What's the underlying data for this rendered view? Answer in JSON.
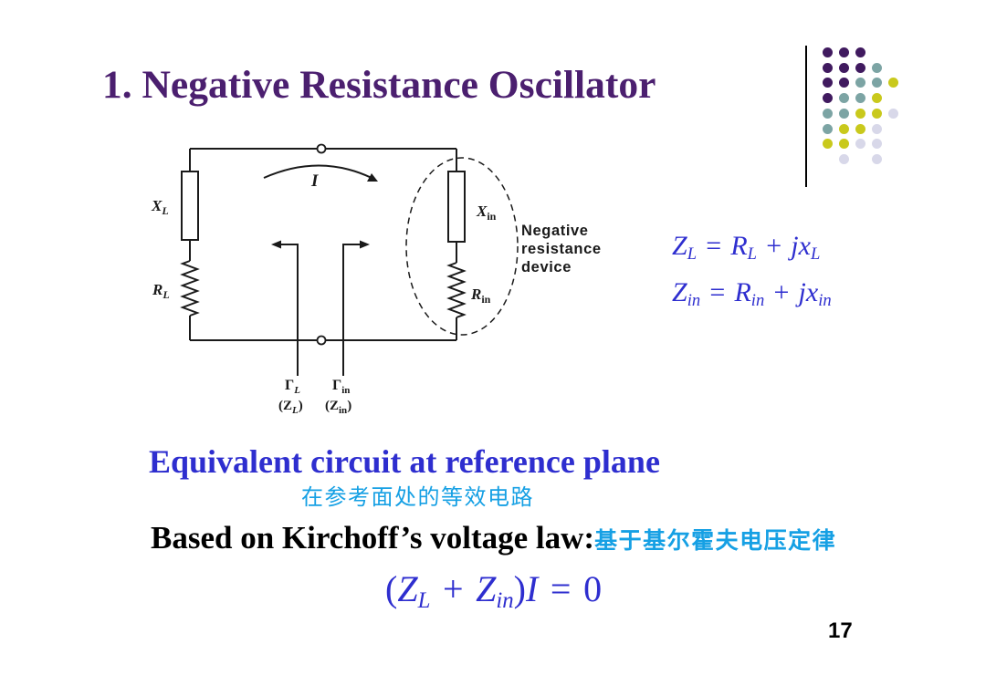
{
  "theme": {
    "title_color": "#4b1f6f",
    "accent_blue": "#2e2ecf",
    "accent_cyan": "#16a0e4",
    "text_color": "#000000",
    "dot_purple": "#401a5f",
    "dot_teal": "#7ca4a4",
    "dot_yellow": "#c9c91c",
    "dot_lavender": "#d8d8e9"
  },
  "slide": {
    "title": "1. Negative Resistance Oscillator",
    "page_number": "17"
  },
  "circuit": {
    "load_reactance": {
      "symbol": "X",
      "sub": "L"
    },
    "load_resistance": {
      "symbol": "R",
      "sub": "L"
    },
    "device_reactance": {
      "symbol": "X",
      "sub": "in"
    },
    "device_resistance": {
      "symbol": "R",
      "sub": "in"
    },
    "current": "I",
    "device_label": [
      "Negative",
      "resistance",
      "device"
    ],
    "load_reflection": {
      "symbol": "Γ",
      "sub": "L"
    },
    "input_reflection": {
      "symbol": "Γ",
      "sub": "in"
    },
    "load_impedance": {
      "open": "(Z",
      "sub": "L",
      "close": ")"
    },
    "input_impedance": {
      "open": "(Z",
      "sub": "in",
      "close": ")"
    }
  },
  "equations": {
    "load_impedance": {
      "lhs": "Z",
      "lhs_sub": "L",
      "equals": "=",
      "real": "R",
      "real_sub": "L",
      "plus": "+",
      "imag": "jx",
      "imag_sub": "L"
    },
    "input_impedance": {
      "lhs": "Z",
      "lhs_sub": "in",
      "equals": "=",
      "real": "R",
      "real_sub": "in",
      "plus": "+",
      "imag": "jx",
      "imag_sub": "in"
    },
    "kvl": {
      "open": "(",
      "z1": "Z",
      "z1_sub": "L",
      "plus": "+",
      "z2": "Z",
      "z2_sub": "in",
      "close": ")",
      "current": "I",
      "equals": "=",
      "rhs": "0"
    }
  },
  "caption": {
    "en": "Equivalent circuit at reference plane",
    "zh": "在参考面处的等效电路"
  },
  "kvl_statement": {
    "en": "Based on Kirchoff’s voltage law:",
    "zh": "基于基尔霍夫电压定律"
  }
}
